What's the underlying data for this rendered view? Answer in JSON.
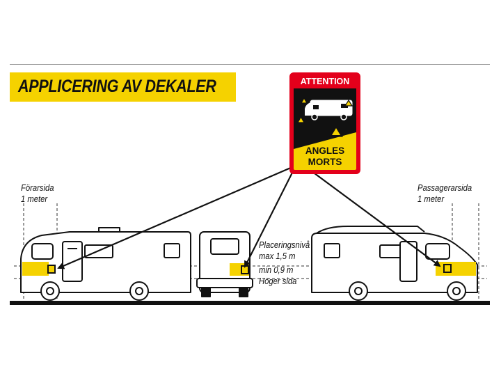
{
  "title": "APPLICERING AV DEKALER",
  "sticker": {
    "header": "ATTENTION",
    "line1": "ANGLES",
    "line2": "MORTS",
    "colors": {
      "border": "#e3001b",
      "yellow": "#f5d200",
      "black": "#111111"
    }
  },
  "labels": {
    "driver_side": "Förarsida",
    "driver_distance": "1 meter",
    "passenger_side": "Passagerarsida",
    "passenger_distance": "1 meter",
    "placement_level": "Placeringsnivå",
    "max_height": "max 1,5 m",
    "min_height": "min 0,9 m",
    "right_side": "Höger sida"
  },
  "colors": {
    "band": "#f5d200",
    "line": "#111111"
  }
}
